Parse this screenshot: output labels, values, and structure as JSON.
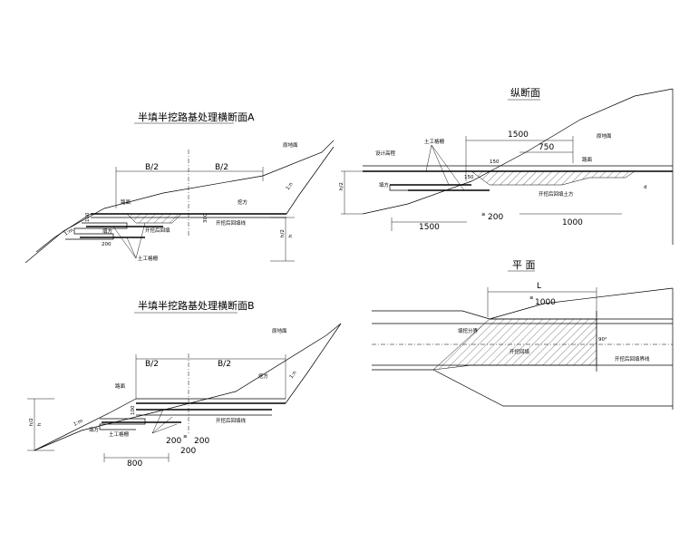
{
  "section_a": {
    "title": "半填半挖路基处理横断面A",
    "b_left": "B/2",
    "b_right": "B/2",
    "label_ground": "原地面",
    "label_road": "路面",
    "label_cut": "挖方",
    "label_fill": "填方",
    "label_geogrid": "土工格栅",
    "label_excavation": "开挖后回填",
    "label_after": "开挖后回填线",
    "slope_fill": "1:m",
    "slope_cut": "1:n",
    "dim_h2": "h/2",
    "dim_h": "h",
    "dim_200": "200",
    "dim_100": "100",
    "dim_300": "300"
  },
  "section_b": {
    "title": "半填半挖路基处理横断面B",
    "b_left": "B/2",
    "b_right": "B/2",
    "label_ground": "原地面",
    "label_road": "路面",
    "label_cut": "挖方",
    "label_fill": "填方",
    "label_geogrid": "土工格栅",
    "label_after": "开挖后回填线",
    "slope_fill": "1:m",
    "slope_cut": "1:n",
    "dim_h2": "h/2",
    "dim_h": "h",
    "dim_200a": "200",
    "dim_200b": "200",
    "dim_200c": "200",
    "dim_800": "800",
    "dim_100": "100",
    "ge": "≥"
  },
  "profile": {
    "title": "纵断面",
    "dim_1500_top": "1500",
    "dim_750": "750",
    "dim_1500_bottom": "1500",
    "dim_1000": "1000",
    "dim_200": "200",
    "label_geogrid": "土工格栅",
    "label_design": "设计高程",
    "label_ground": "原地面",
    "label_road": "路面",
    "label_fill": "填方",
    "label_after": "开挖后回填土方",
    "dim_h2": "h/2",
    "dim_150": "150",
    "dim_150b": "150",
    "dim_d": "d",
    "ge": "≥"
  },
  "plan": {
    "title": "平 面",
    "dim_L": "L",
    "dim_1000": "1000",
    "ge": "≥",
    "label_boundary": "填挖分界",
    "label_fill": "开挖回填",
    "label_after": "开挖后回填界线",
    "angle": "90°"
  }
}
